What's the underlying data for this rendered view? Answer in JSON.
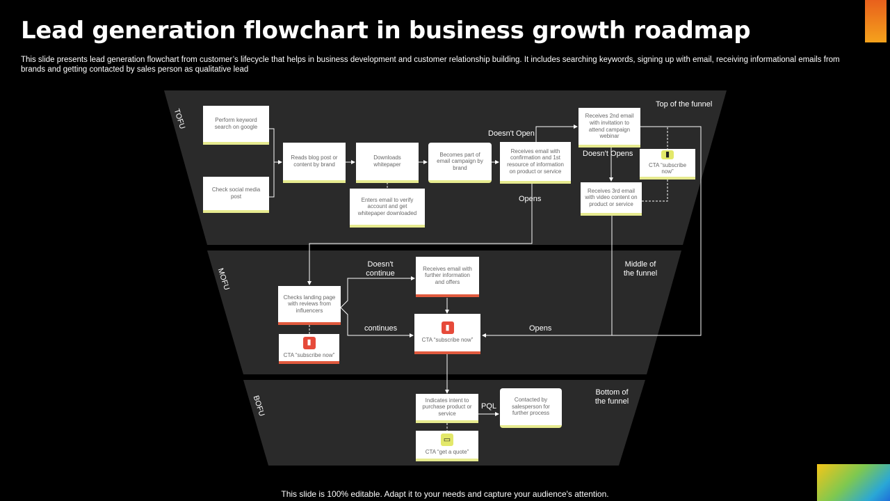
{
  "header": {
    "title": "Lead generation flowchart in business growth roadmap",
    "subtitle": "This slide presents lead generation flowchart from customer’s lifecycle that helps in business development and customer relationship building. It includes searching keywords, signing up with email, receiving informational emails from brands and getting contacted by sales person as qualitative lead"
  },
  "stages": {
    "tofu": "TOFU",
    "mofu": "MOFU",
    "bofu": "BOFU",
    "top": "Top of the funnel",
    "middle": "Middle of the funnel",
    "bottom": "Bottom of the funnel"
  },
  "nodes": {
    "keyword": "Perform keyword search on google",
    "social": "Check social media post",
    "blog": "Reads blog post or content by brand",
    "whitepaper": "Downloads whitepaper",
    "verify": "Enters email to verify account and get whitepaper downloaded",
    "campaign": "Becomes part of email campaign by brand",
    "confirm": "Receives email with confirmation and 1st resource of information on product or service",
    "second": "Receives 2nd email with invitation to attend campaign webinar",
    "third": "Receives 3rd email with video content on product or service",
    "landing": "Checks landing page with reviews from influencers",
    "further": "Receives email with further information and offers",
    "intent": "Indicates intent to purchase product or service",
    "contacted": "Contacted by salesperson for further process"
  },
  "ctas": {
    "top": "CTA “subscribe now”",
    "landing": "CTA “subscribe now”",
    "middle": "CTA “subscribe now”",
    "quote": "CTA “get a quote”"
  },
  "edge_labels": {
    "doesnt_open": "Doesn't Open",
    "doesnt_opens": "Doesn't  Opens",
    "opens_top": "Opens",
    "doesnt_continue": "Doesn't continue",
    "continues": "continues",
    "opens_mid": "Opens",
    "pql": "PQL"
  },
  "icons": {
    "cta_top": "phone-icon",
    "cta_landing": "phone-icon",
    "cta_middle": "phone-icon",
    "cta_quote": "ticket-icon"
  },
  "colors": {
    "background": "#000000",
    "funnel": "#2a2a2a",
    "accent_yellow": "#e6ea8f",
    "accent_red": "#e05a3e"
  },
  "footer": {
    "note": "This slide is 100% editable. Adapt it to your needs and capture your audience's attention."
  }
}
